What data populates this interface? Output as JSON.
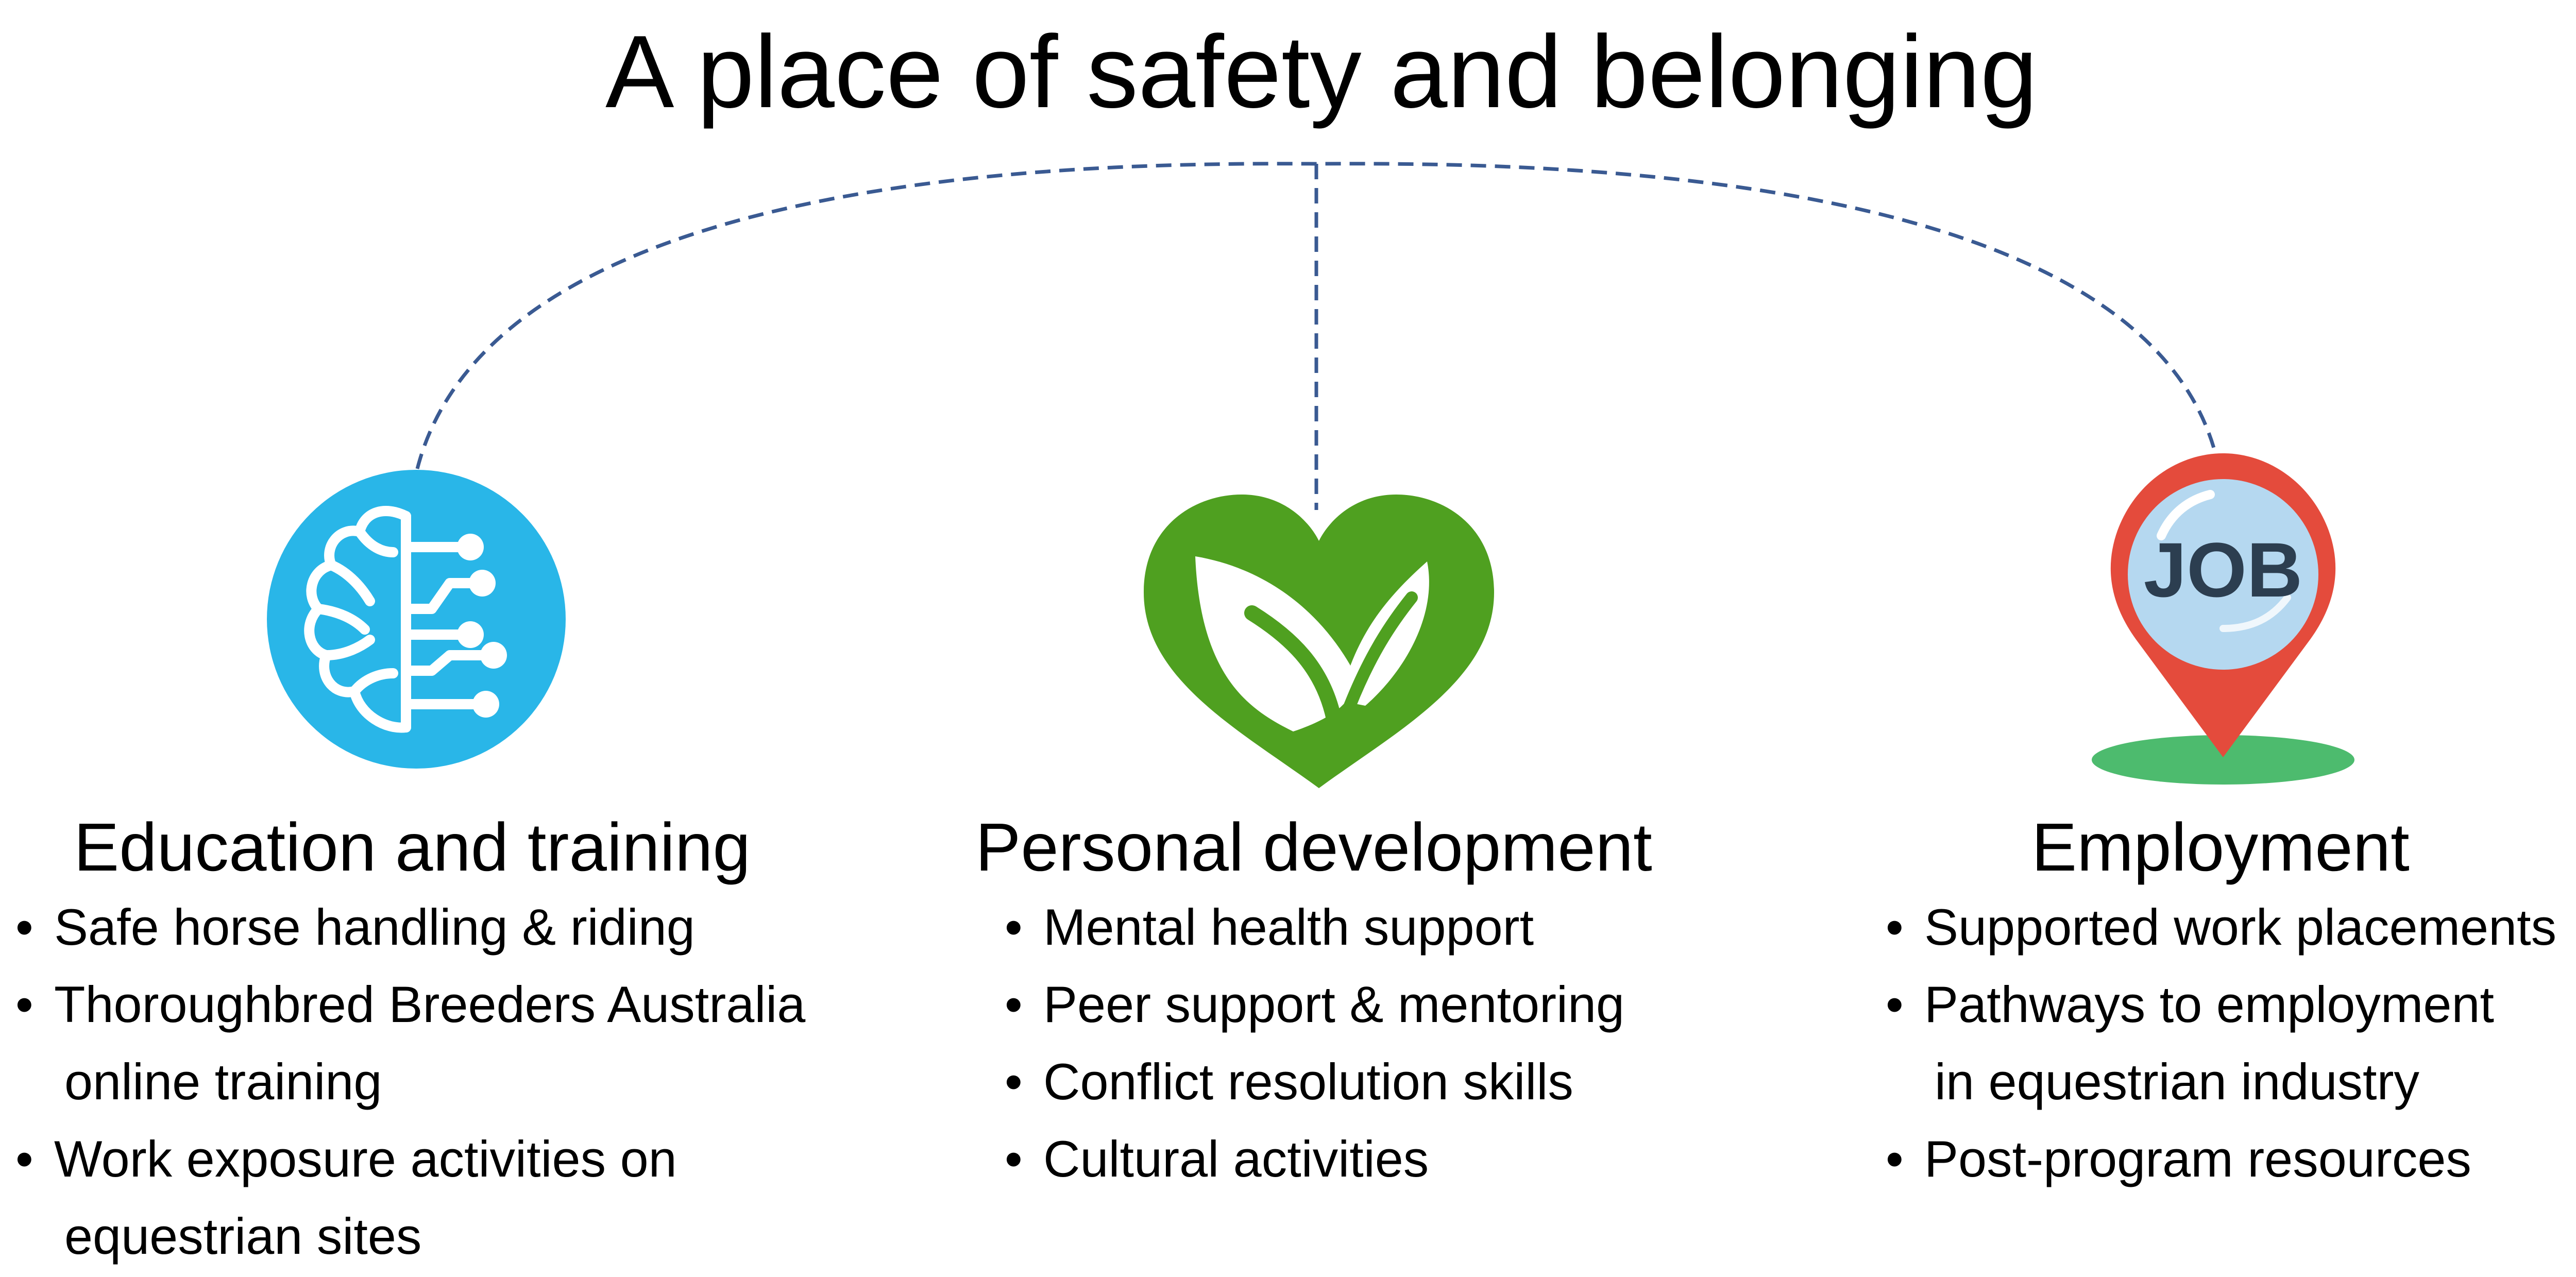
{
  "title": "A place of safety and belonging",
  "colors": {
    "connector": "#3a5a92",
    "brain_circle": "#29b6e8",
    "heart": "#4fa020",
    "pin": "#e44b3c",
    "pin_inner": "#b5d8f0",
    "ground": "#4dbb6e",
    "job_text": "#2c3e50"
  },
  "pillars": [
    {
      "icon": "brain-circuit-icon",
      "heading": "Education and training",
      "bullets": [
        {
          "line1": "Safe horse handling & riding"
        },
        {
          "line1": "Thoroughbred Breeders Australia",
          "line2": "online training"
        },
        {
          "line1": "Work exposure activities on",
          "line2": "equestrian sites"
        }
      ]
    },
    {
      "icon": "heart-leaf-icon",
      "heading": "Personal development",
      "bullets": [
        {
          "line1": "Mental health support"
        },
        {
          "line1": "Peer support & mentoring"
        },
        {
          "line1": "Conflict resolution skills"
        },
        {
          "line1": "Cultural activities"
        }
      ]
    },
    {
      "icon": "job-location-pin-icon",
      "icon_text": "JOB",
      "heading": "Employment",
      "bullets": [
        {
          "line1": "Supported work placements"
        },
        {
          "line1": "Pathways to employment",
          "line2": "in equestrian industry"
        },
        {
          "line1": "Post-program resources"
        }
      ]
    }
  ]
}
